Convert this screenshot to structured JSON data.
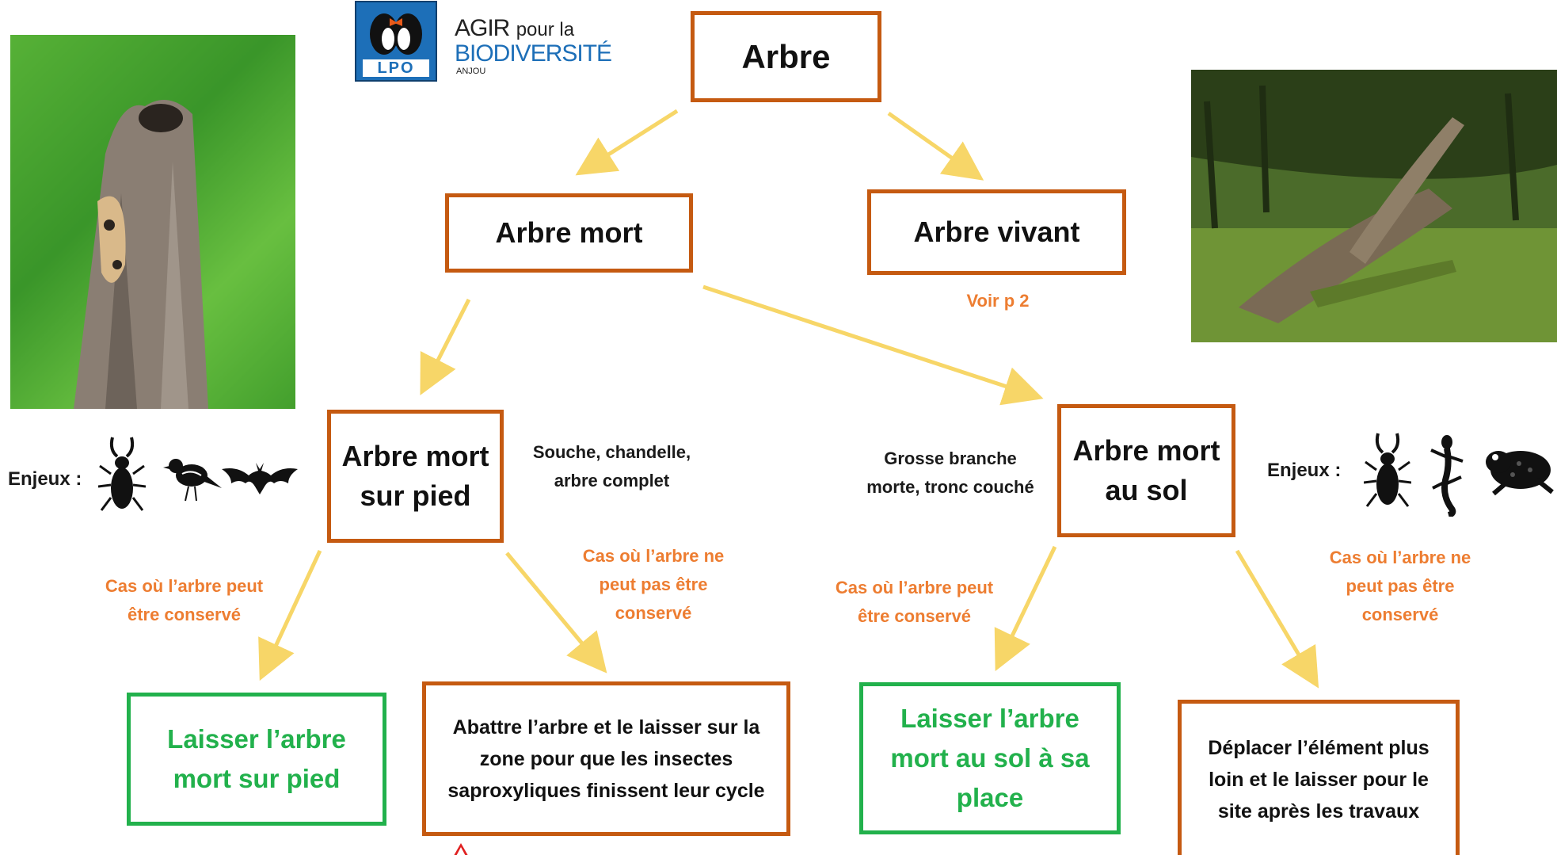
{
  "logo": {
    "lpo_text": "LPO",
    "line1": "AGIR",
    "line1b": "pour la",
    "line2": "BIODIVERSITÉ",
    "line3": "ANJOU"
  },
  "nodes": {
    "root": "Arbre",
    "dead": "Arbre mort",
    "alive": "Arbre vivant",
    "alive_note": "Voir p 2",
    "standing_l1": "Arbre mort",
    "standing_l2": "sur pied",
    "ground_l1": "Arbre mort",
    "ground_l2": "au sol"
  },
  "descriptions": {
    "standing_l1": "Souche, chandelle,",
    "standing_l2": "arbre complet",
    "ground_l1": "Grosse branche",
    "ground_l2": "morte, tronc couché"
  },
  "enjeux_label": "Enjeux :",
  "cases": {
    "kept_l1": "Cas où l’arbre peut",
    "kept_l2": "être conservé",
    "notkept_l1": "Cas où l’arbre ne",
    "notkept_l2": "peut pas être",
    "notkept_l3": "conservé"
  },
  "outcomes": {
    "standing_keep_l1": "Laisser l’arbre",
    "standing_keep_l2": "mort sur pied",
    "standing_cut_l1": "Abattre l’arbre et le laisser sur la",
    "standing_cut_l2": "zone pour que les insectes",
    "standing_cut_l3": "saproxyliques finissent leur cycle",
    "ground_keep_l1": "Laisser l’arbre",
    "ground_keep_l2": "mort au sol à sa",
    "ground_keep_l3": "place",
    "ground_move_l1": "Déplacer l’élément plus",
    "ground_move_l2": "loin et le laisser pour le",
    "ground_move_l3": "site après les travaux"
  },
  "icons_left": [
    "stag-beetle-icon",
    "bird-icon",
    "bat-icon"
  ],
  "icons_right": [
    "stag-beetle-icon",
    "salamander-icon",
    "toad-icon"
  ],
  "colors": {
    "box_border_orange": "#c55a11",
    "box_border_green": "#22b14c",
    "arrow": "#f7d668",
    "case_text": "#ed7d31",
    "lpo_blue": "#1d6fb8"
  }
}
